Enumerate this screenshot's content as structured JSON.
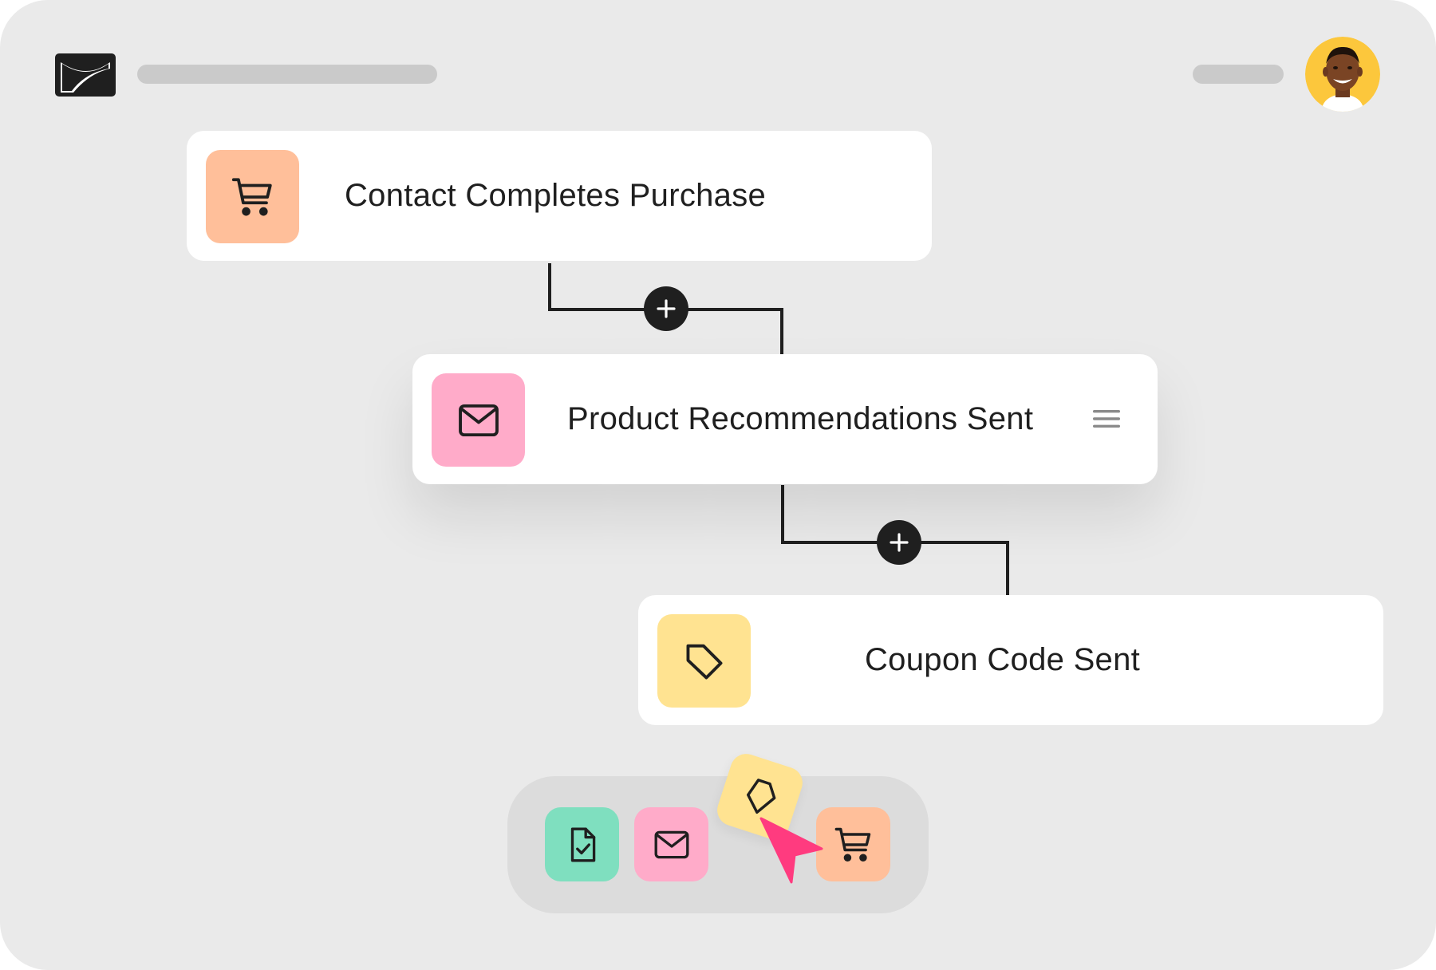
{
  "app": {
    "logo_icon": "envelope-logo-icon",
    "avatar_icon": "user-avatar"
  },
  "workflow": {
    "steps": [
      {
        "label": "Contact Completes Purchase",
        "icon": "cart-icon",
        "icon_bg": "#ffbf9a"
      },
      {
        "label": "Product Recommendations Sent",
        "icon": "envelope-icon",
        "icon_bg": "#ffabc9",
        "menu_icon": "hamburger-menu-icon"
      },
      {
        "label": "Coupon Code Sent",
        "icon": "tag-icon",
        "icon_bg": "#ffe391"
      }
    ],
    "add_step_icon": "plus-icon"
  },
  "toolbox": {
    "items": [
      {
        "icon": "document-check-icon",
        "bg": "#7fdfbf"
      },
      {
        "icon": "envelope-icon",
        "bg": "#ffabc9"
      },
      {
        "icon": "cart-icon",
        "bg": "#ffbf9a"
      }
    ],
    "dragging_item": {
      "icon": "tag-icon",
      "bg": "#ffe391"
    },
    "cursor_color": "#ff3b7f"
  }
}
